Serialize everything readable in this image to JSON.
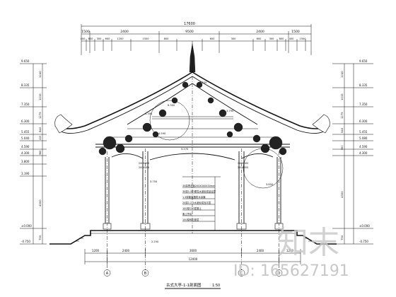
{
  "top_dims": {
    "total": "17600",
    "segments": [
      "1500",
      "2400",
      "9500",
      "2400",
      "1500"
    ],
    "ticks": [
      "400",
      "800",
      "300",
      "600",
      "1200",
      "1500",
      "800",
      "600",
      "300",
      "600",
      "300",
      "800",
      "400",
      "1500"
    ]
  },
  "left_levels": [
    "9.650",
    "8.335",
    "7.350",
    "6.300",
    "5.455",
    "5.040",
    "4.590",
    "4.300",
    "3.800",
    "3.190",
    "±0.000",
    "-0.750"
  ],
  "left_spacings": [
    "1240",
    "1015",
    "1275",
    "840",
    "415",
    "960",
    "4300",
    "750"
  ],
  "right_levels": [
    "9.650",
    "8.335",
    "7.350",
    "6.300",
    "5.455",
    "5.080",
    "4.590",
    "4.300",
    "±0.000",
    "-0.750"
  ],
  "right_spacings": [
    "1240",
    "1015",
    "1275",
    "540",
    "960",
    "4300",
    "750"
  ],
  "inner_labels": [
    "4.300",
    "6.300",
    "8.335",
    "3.790",
    "5.270",
    "4.590",
    "3.750",
    "3.850",
    "2.250",
    "240X400",
    "200X300",
    "240X400",
    "200X300"
  ],
  "beam_notes": [
    "35厚青石板200X300X30mm",
    "30厚1:3干硬性水泥砂浆结合层",
    "1.5厚聚氨酯防水涂膜",
    "20厚1:2.5水泥砂浆找平层",
    "100厚C20混凝土",
    "素土夯实",
    "100厚碎石垫层"
  ],
  "bottom_dims": {
    "total": "12000",
    "segments": [
      "1200",
      "2400",
      "3600",
      "2400",
      "1200"
    ]
  },
  "axis_marks": [
    "A",
    "B",
    "C",
    "D"
  ],
  "title": "古式大亭-1-1剖面图",
  "scale": "1:50",
  "watermark": {
    "logo": "知末",
    "id": "ID: 165627191"
  }
}
